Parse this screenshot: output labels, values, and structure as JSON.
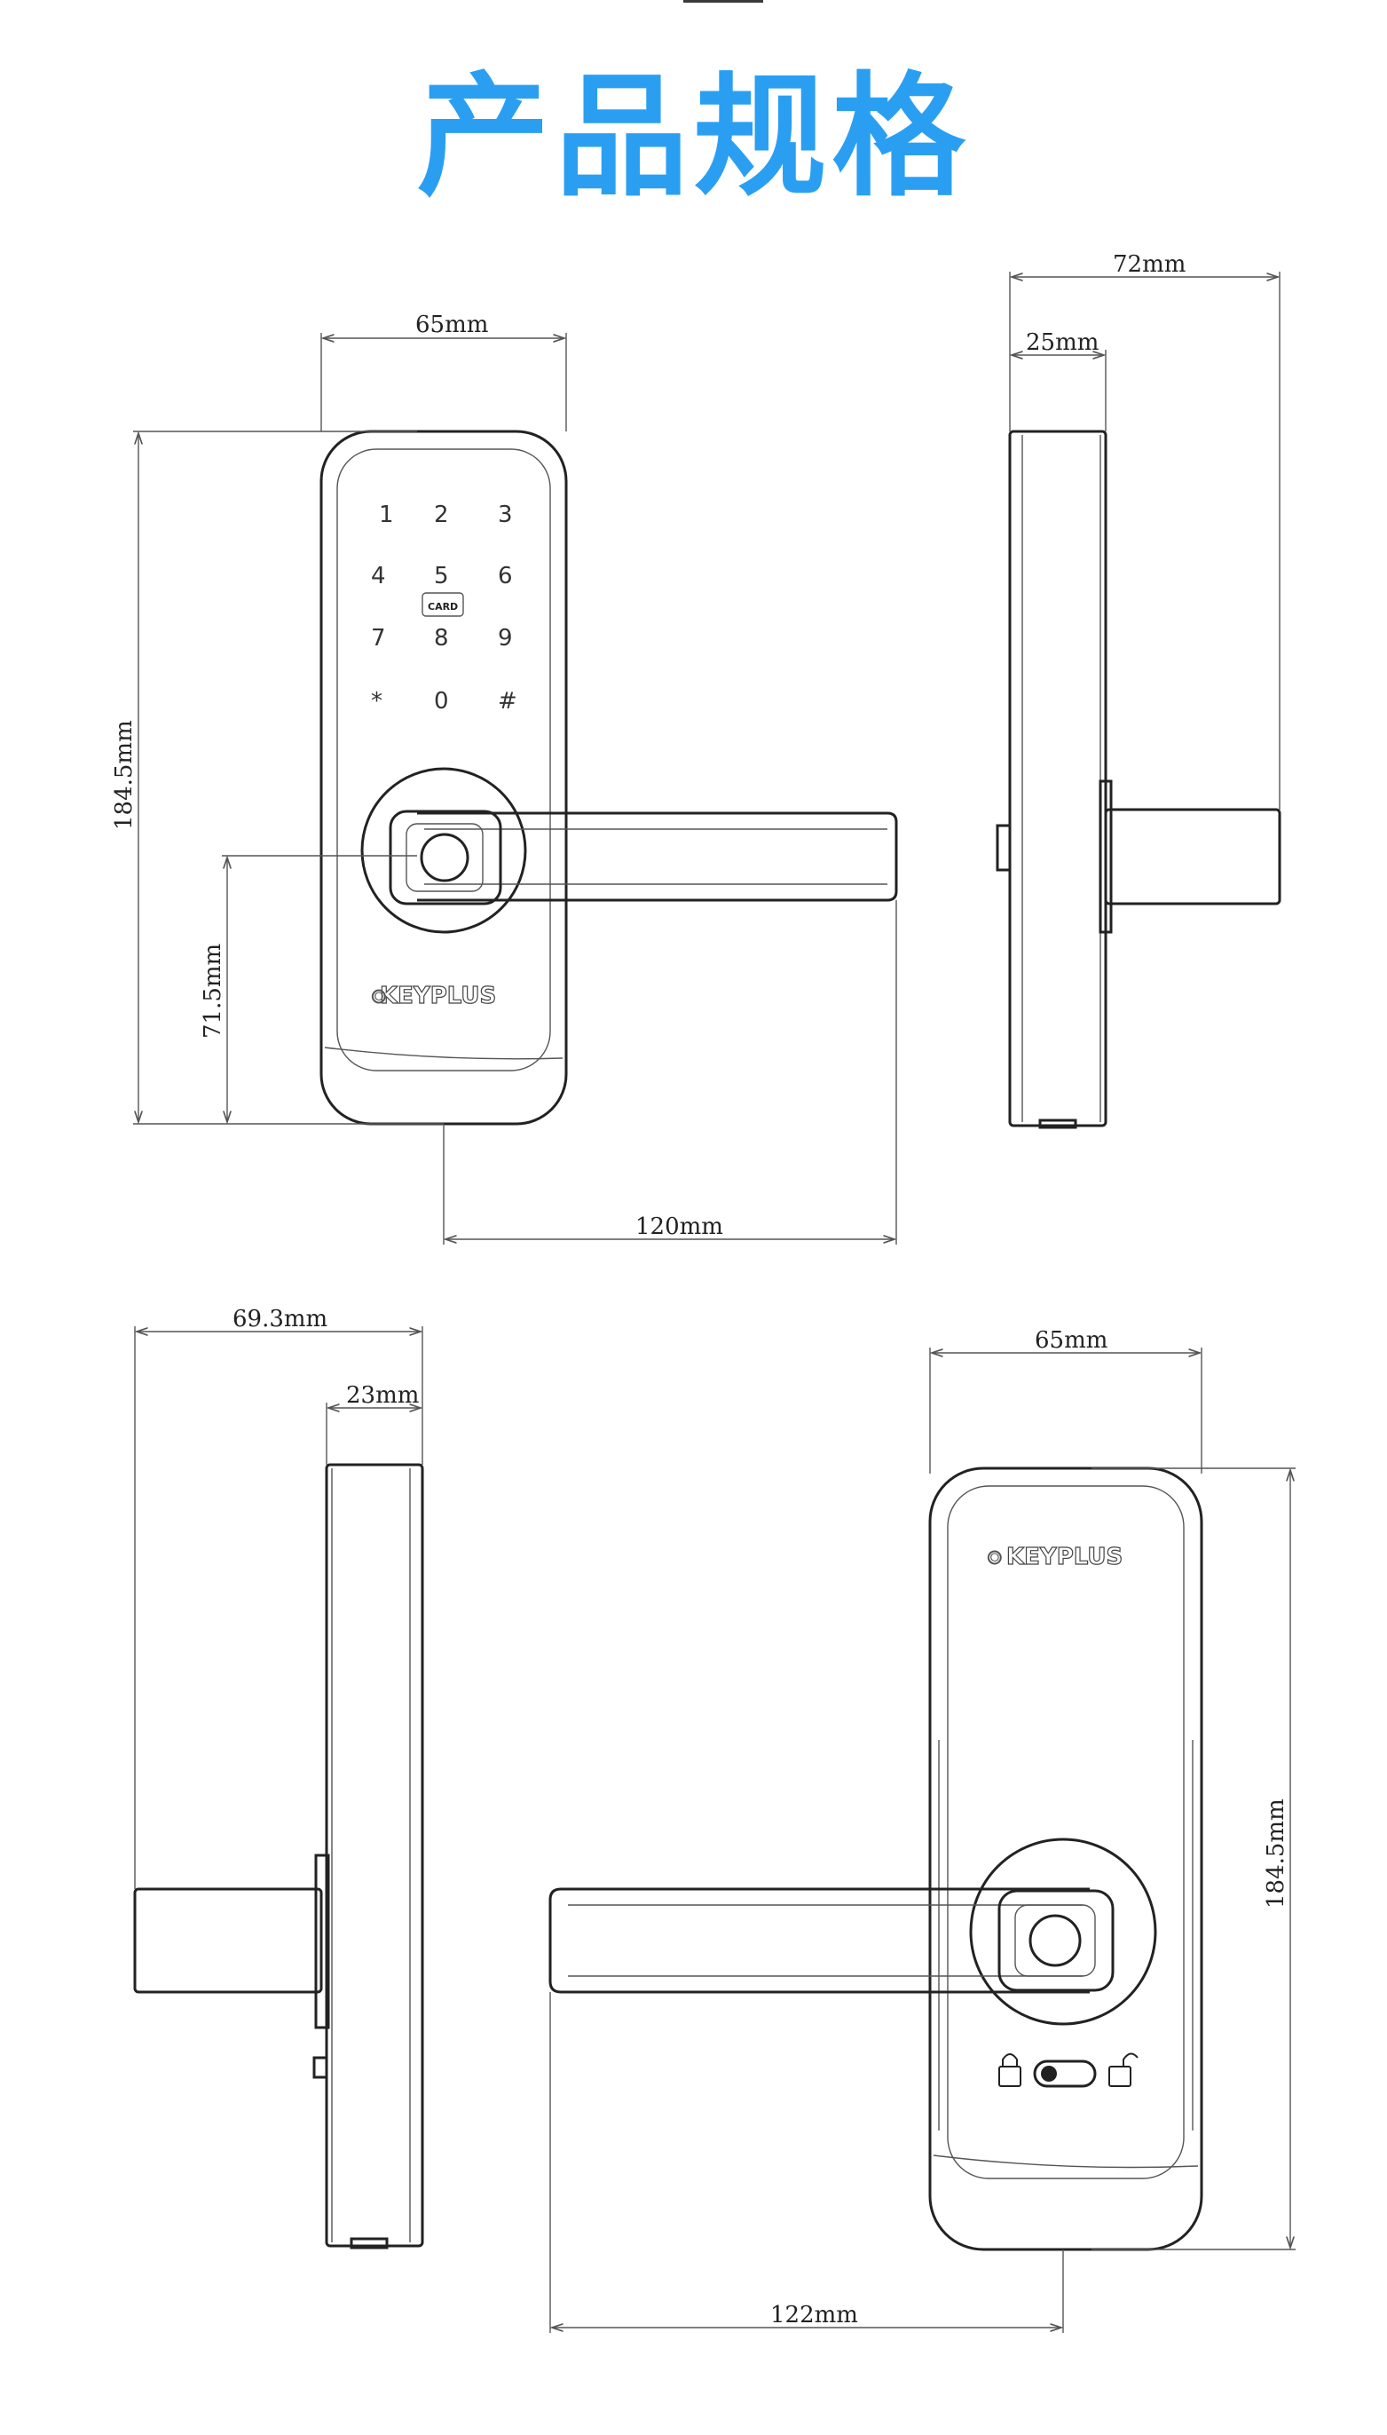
{
  "title": "产品规格",
  "front_view": {
    "width": "65mm",
    "height": "184.5mm",
    "handle_height": "71.5mm",
    "handle_length": "120mm",
    "keypad": [
      "1",
      "2",
      "3",
      "4",
      "5",
      "6",
      "7",
      "8",
      "9",
      "*",
      "0",
      "#"
    ],
    "card_label": "CARD",
    "brand": "KEYPLUS"
  },
  "side_view_right": {
    "total_depth": "72mm",
    "body_depth": "25mm"
  },
  "side_view_left": {
    "total_depth": "69.3mm",
    "body_depth": "23mm"
  },
  "back_view": {
    "width": "65mm",
    "height": "184.5mm",
    "handle_length": "122mm",
    "brand": "KEYPLUS"
  },
  "icons": [
    "lock-closed-icon",
    "lock-open-icon",
    "toggle-switch-icon",
    "fingerprint-sensor-icon"
  ]
}
